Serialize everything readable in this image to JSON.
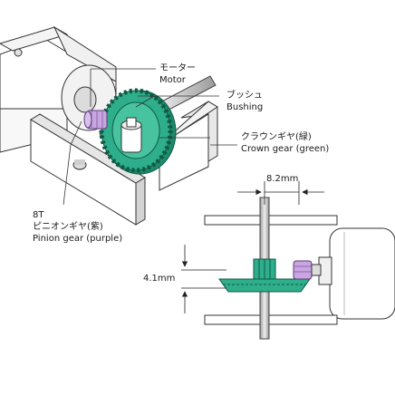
{
  "labels": {
    "motor_jp": "モーター",
    "motor_en": "Motor",
    "bushing_jp": "ブッシュ",
    "bushing_en": "Bushing",
    "crown_jp": "クラウンギヤ(緑)",
    "crown_en": "Crown gear (green)",
    "pinion_teeth": "8T",
    "pinion_jp": "ピニオンギヤ(紫)",
    "pinion_en": "Pinion gear (purple)"
  },
  "dimensions": {
    "horizontal_gap": "8.2mm",
    "vertical_offset": "4.1mm"
  },
  "colors": {
    "crown_gear": "#2fae8c",
    "crown_gear_dark": "#1f8a6c",
    "pinion_gear": "#c9a6e0",
    "pinion_gear_dark": "#8e63b4",
    "outline": "#333333",
    "shaft": "#c8c8c8"
  }
}
